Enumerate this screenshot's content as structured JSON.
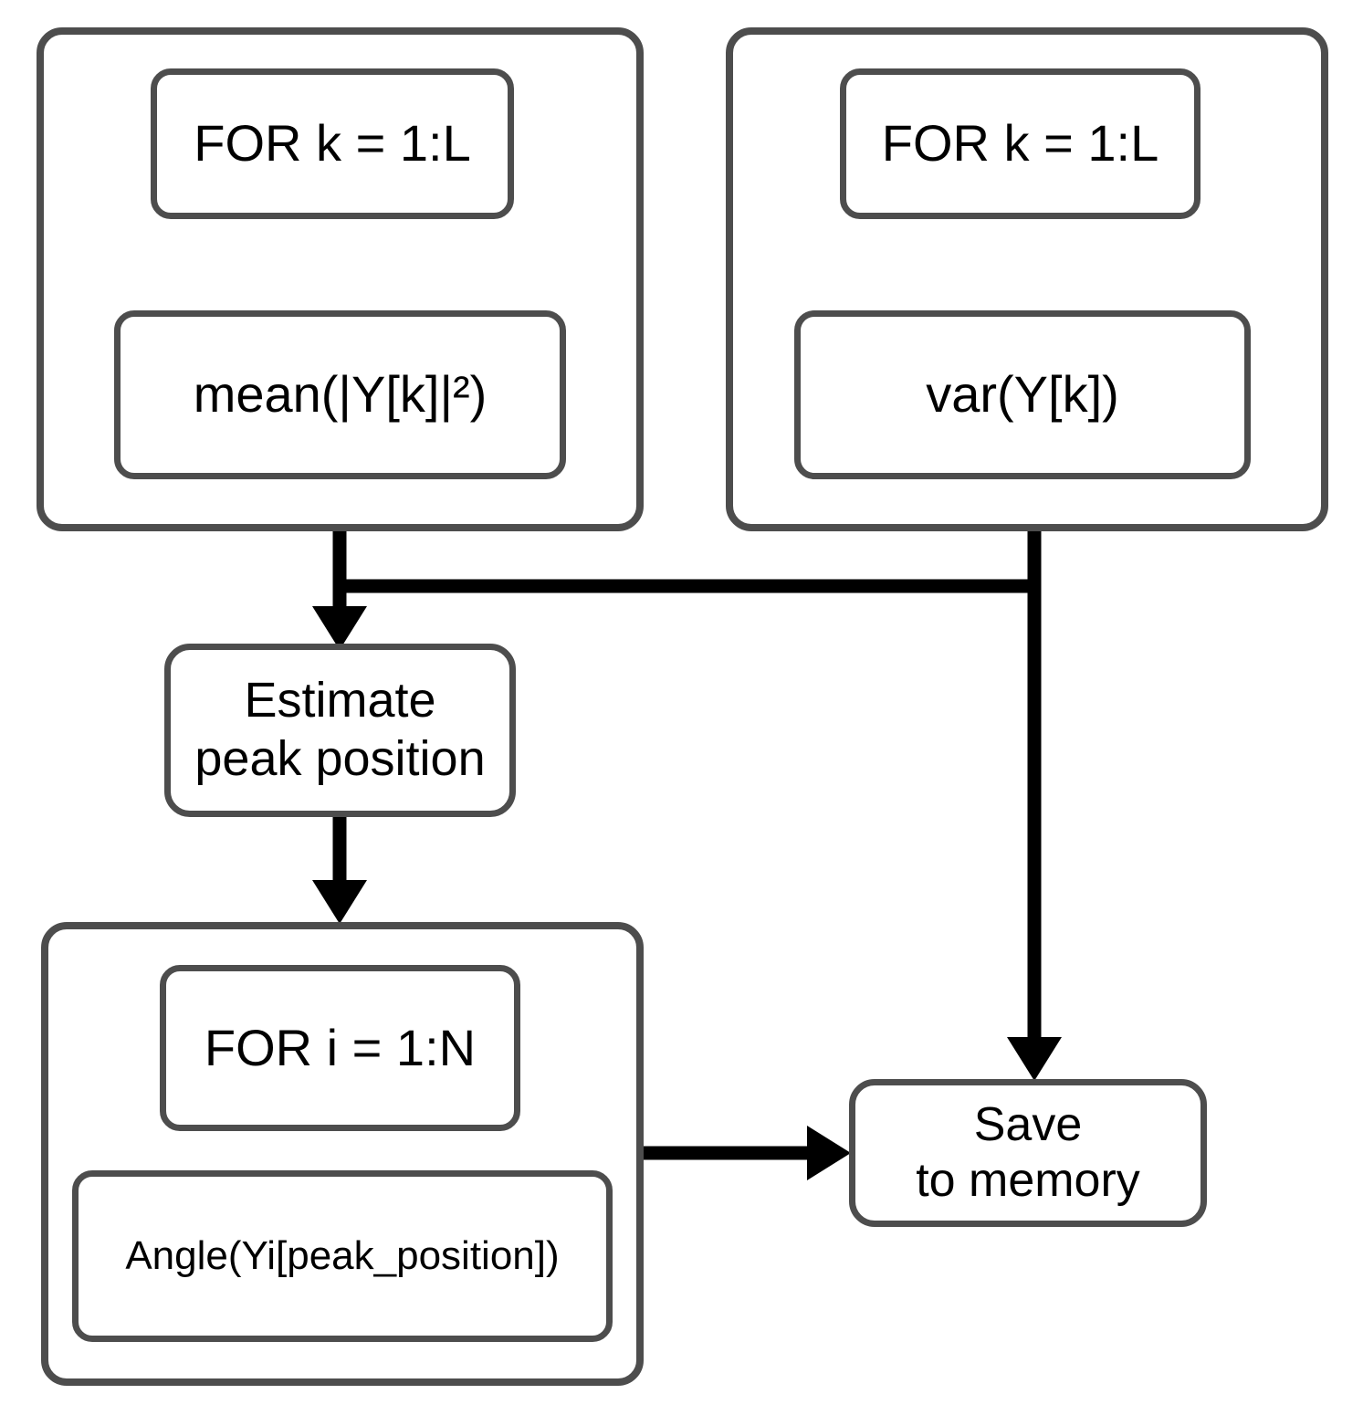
{
  "flowchart": {
    "mean_loop": {
      "for_label": "FOR k = 1:L",
      "operation_label": "mean(|Y[k]|²)"
    },
    "var_loop": {
      "for_label": "FOR k = 1:L",
      "operation_label": "var(Y[k])"
    },
    "estimate_peak": {
      "label": "Estimate\npeak position"
    },
    "angle_loop": {
      "for_label": "FOR i = 1:N",
      "operation_label": "Angle(Yi[peak_position])"
    },
    "save_memory": {
      "label": "Save\nto memory"
    },
    "colors": {
      "box_border": "#4d4d4d",
      "arrow": "#000000",
      "text": "#000000",
      "background": "#ffffff"
    }
  }
}
